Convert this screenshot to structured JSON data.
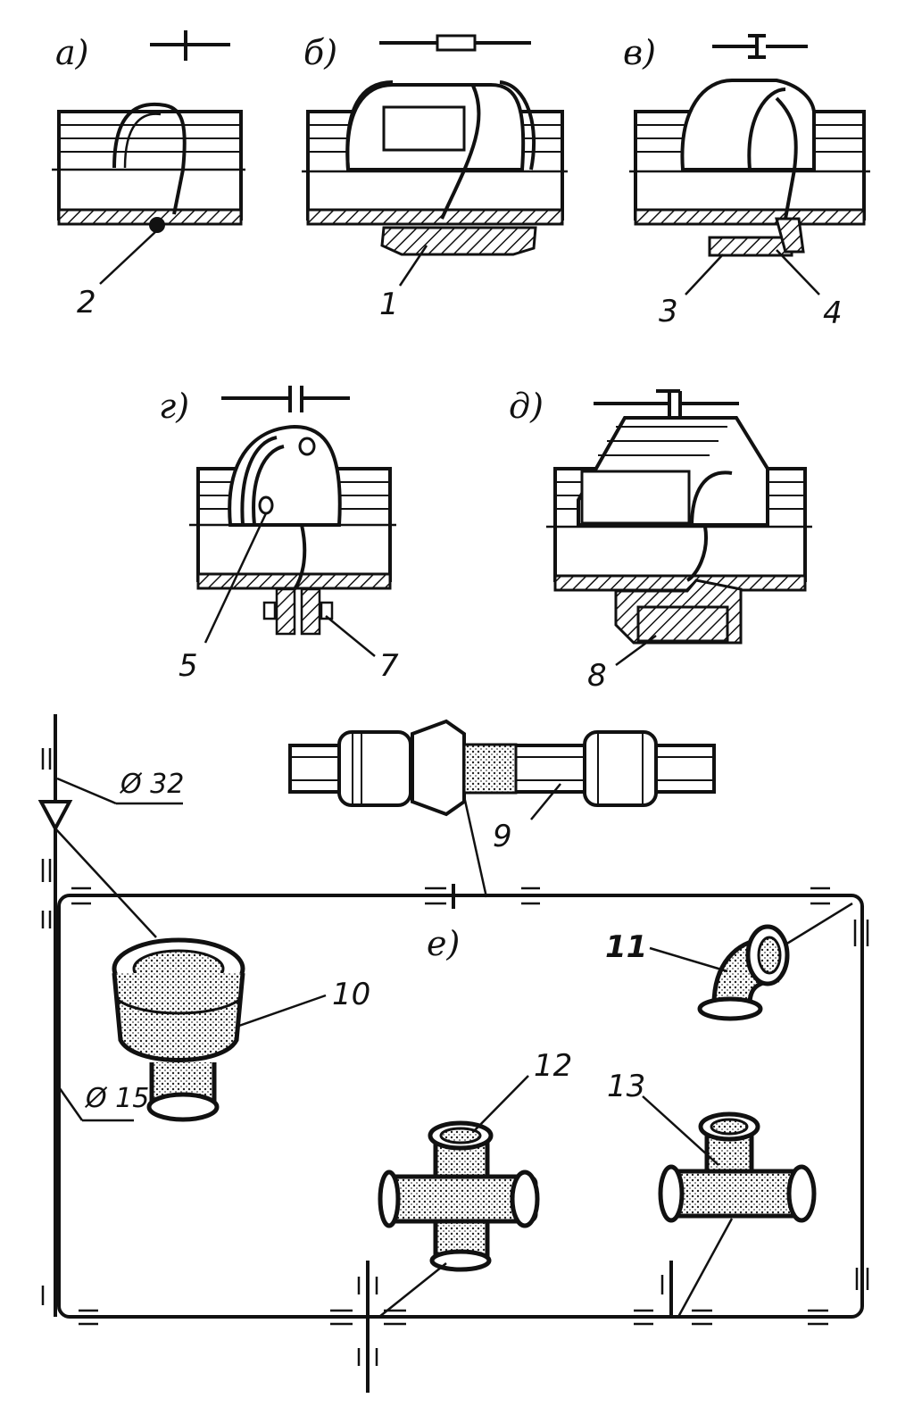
{
  "panels": [
    {
      "key": "a",
      "label": "а)",
      "callouts": [
        "2"
      ]
    },
    {
      "key": "b",
      "label": "б)",
      "callouts": [
        "1"
      ]
    },
    {
      "key": "v",
      "label": "в)",
      "callouts": [
        "3",
        "4"
      ]
    },
    {
      "key": "g",
      "label": "г)",
      "callouts": [
        "5",
        "7"
      ]
    },
    {
      "key": "d",
      "label": "д)",
      "callouts": [
        "8"
      ]
    },
    {
      "key": "e",
      "label": "е)",
      "callouts": [
        "9",
        "10",
        "11",
        "12",
        "13"
      ]
    }
  ],
  "dimensions": {
    "riser": "Ø 32",
    "branch": "Ø 15"
  },
  "colors": {
    "ink": "#111111",
    "paper": "#ffffff"
  }
}
